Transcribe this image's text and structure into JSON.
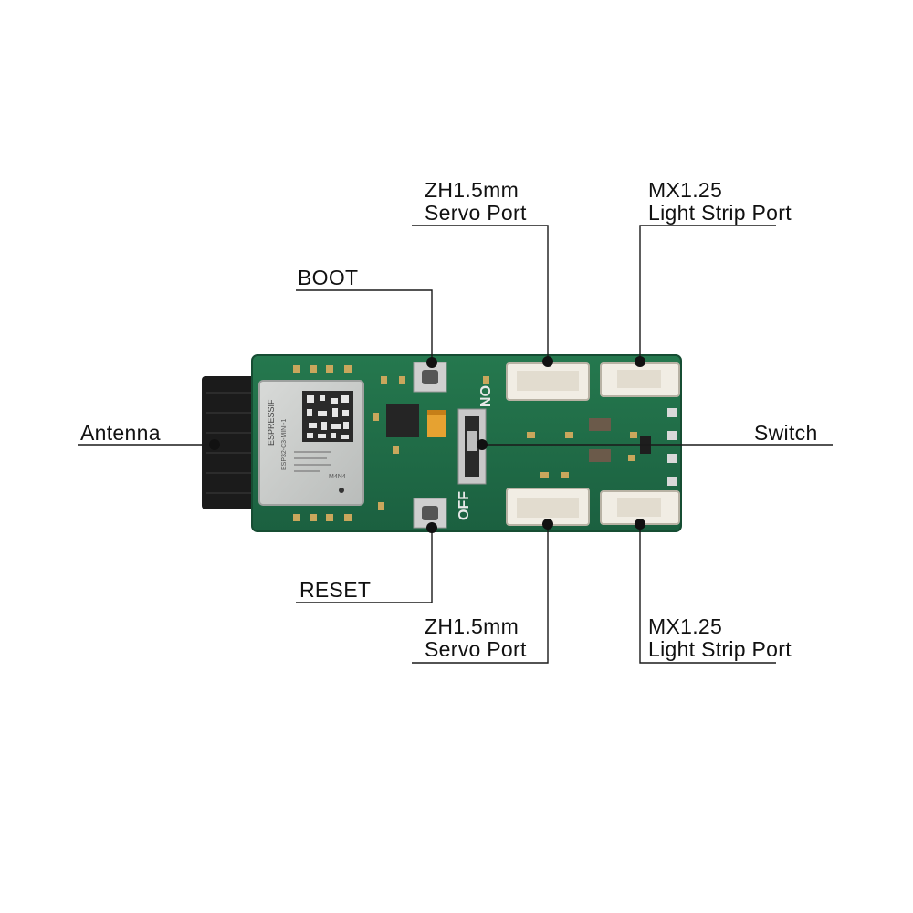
{
  "labels": {
    "servo_top": [
      "ZH1.5mm",
      "Servo Port"
    ],
    "light_top": [
      "MX1.25",
      "Light Strip Port"
    ],
    "boot": "BOOT",
    "antenna": "Antenna",
    "switch": "Switch",
    "reset": "RESET",
    "servo_bottom": [
      "ZH1.5mm",
      "Servo Port"
    ],
    "light_bottom": [
      "MX1.25",
      "Light Strip Port"
    ]
  },
  "board": {
    "module_brand": "ESPRESSIF",
    "module_model": "ESP32-C3-MINI-1",
    "module_code": "M4N4",
    "switch_on": "ON",
    "switch_off": "OFF",
    "colors": {
      "pcb": "#1f6b45",
      "antenna": "#1b1b1b",
      "module": "#c7c9c7",
      "connector": "#f1ede4",
      "leader": "#1a1a1a"
    }
  }
}
